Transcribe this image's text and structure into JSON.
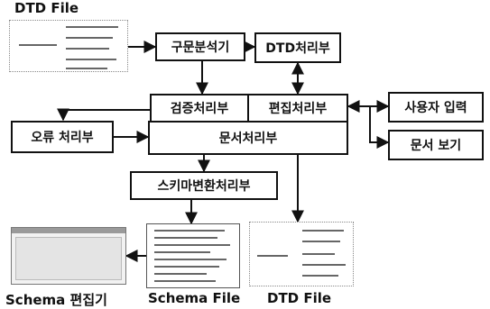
{
  "labels": {
    "dtd_file_top": "DTD File",
    "schema_editor": "Schema 편집기",
    "schema_file": "Schema File",
    "dtd_file_bottom": "DTD File"
  },
  "boxes": {
    "parser": "구문분석기",
    "dtd_processor": "DTD처리부",
    "validation": "검증처리부",
    "edit": "편집처리부",
    "user_input": "사용자 입력",
    "error": "오류 처리부",
    "document_processor": "문서처리부",
    "document_view": "문서 보기",
    "schema_convert": "스키마변환처리부"
  }
}
